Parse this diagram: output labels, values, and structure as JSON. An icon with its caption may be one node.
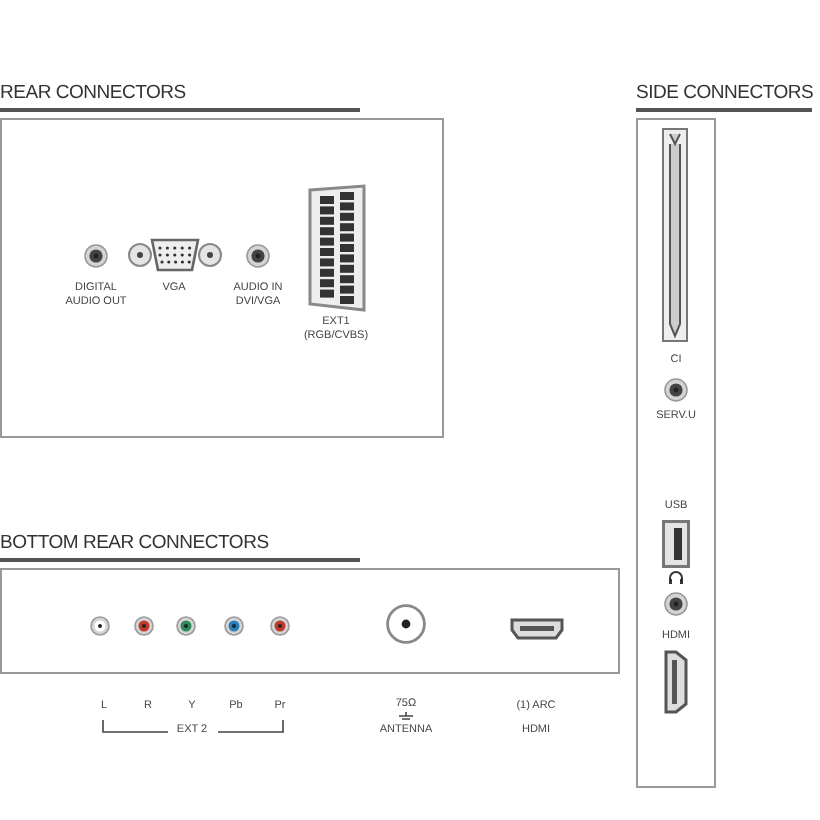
{
  "diagram": {
    "nodes": [
      {
        "text": [
          "REAR CONNECTORS"
        ]
      },
      {
        "text": [
          "BOTTOM REAR CONNECTORS"
        ]
      },
      {
        "text": [
          "SIDE CONNECTORS"
        ]
      }
    ],
    "labels": [
      "DIGITAL AUDIO OUT",
      "VGA",
      "AUDIO IN",
      "DVI/VGA",
      "EXT1",
      "(RGB/CVBS)",
      "CI",
      "SERV.U",
      "USB",
      "HDMI",
      "L",
      "R",
      "Y",
      "Pb",
      "Pr",
      "75Ω",
      "(1) ARC",
      "EXT 2",
      "ANTENNA",
      "HDMI"
    ]
  }
}
